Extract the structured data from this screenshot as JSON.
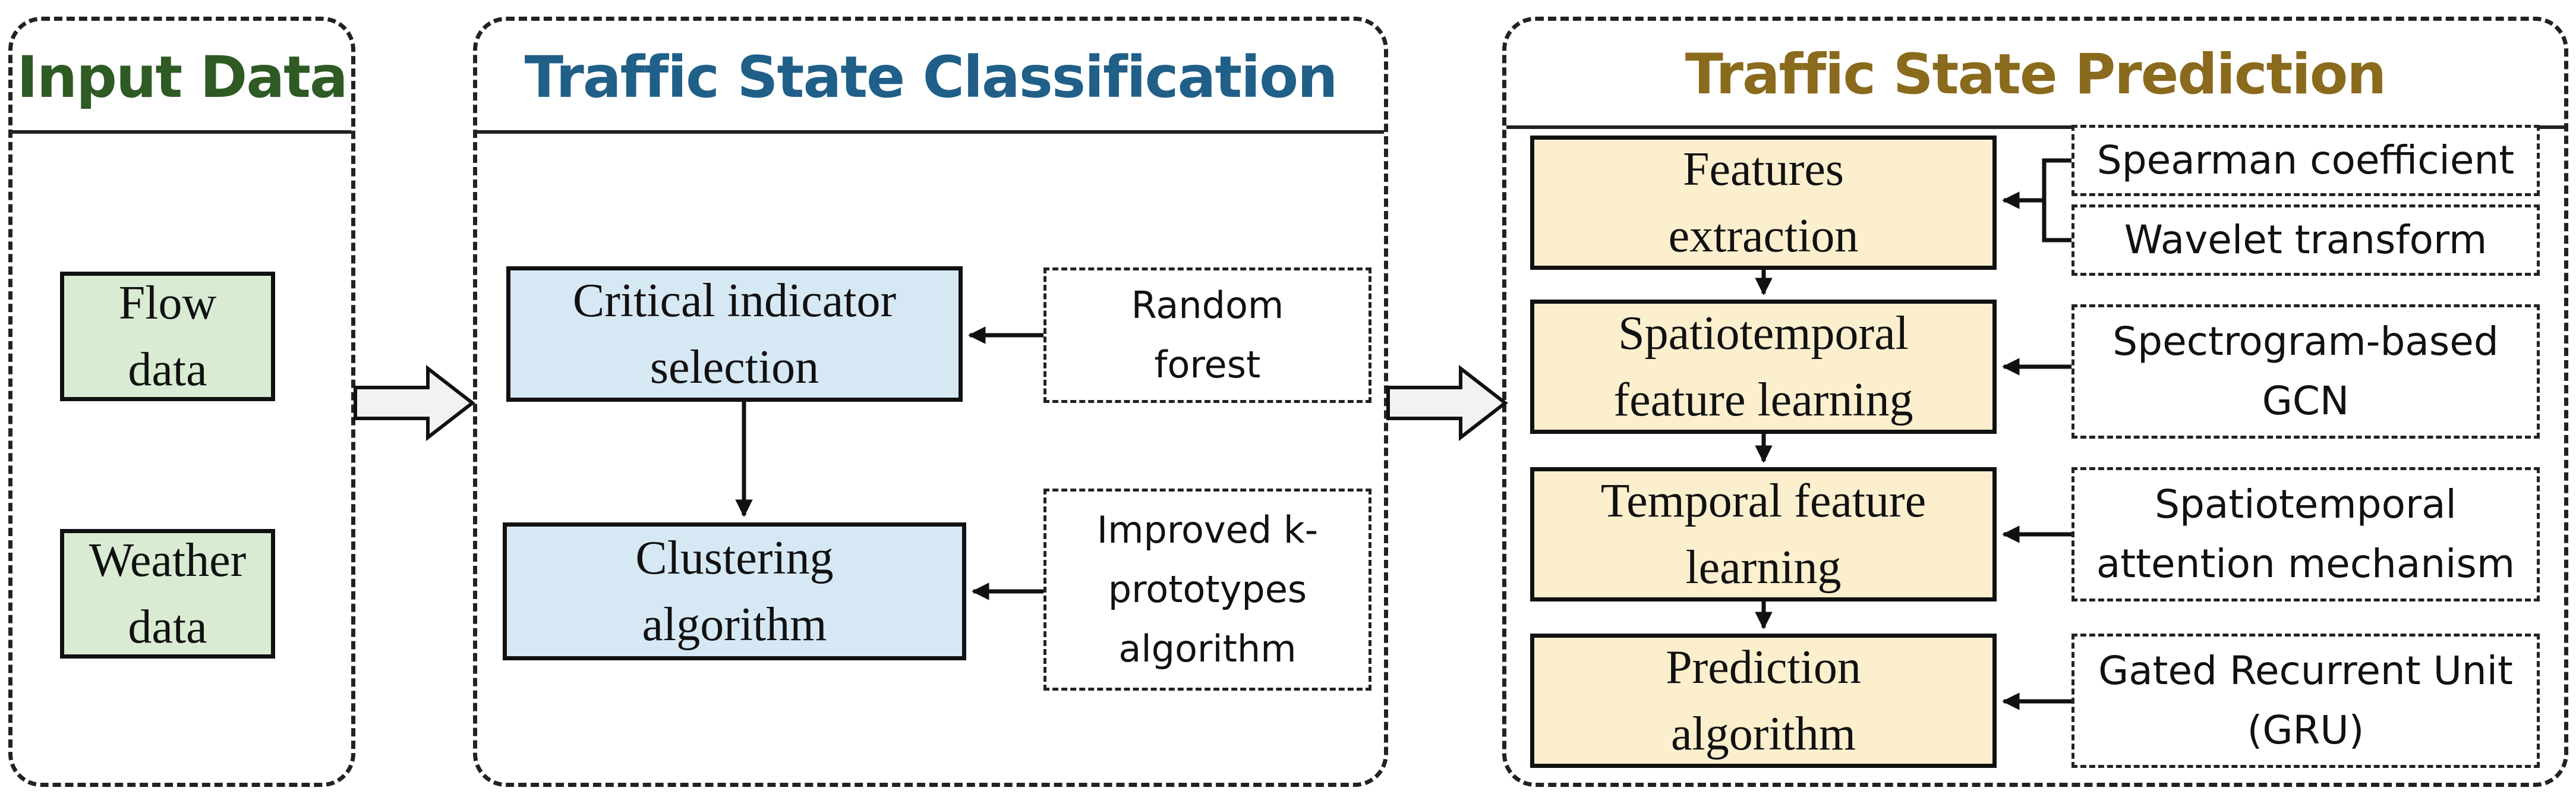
{
  "panels": {
    "input": {
      "title": "Input Data",
      "color": "#2e5a24"
    },
    "classification": {
      "title": "Traffic State Classification",
      "color": "#1f5f88"
    },
    "prediction": {
      "title": "Traffic State Prediction",
      "color": "#8a6a1c"
    }
  },
  "input_data": {
    "flow": "Flow\ndata",
    "weather": "Weather\ndata"
  },
  "classification": {
    "indicator": "Critical indicator\nselection",
    "clustering": "Clustering\nalgorithm",
    "random_forest": "Random\nforest",
    "kproto": "Improved k-\nprototypes\nalgorithm"
  },
  "prediction": {
    "features": "Features\nextraction",
    "spatiotemporal": "Spatiotemporal\nfeature learning",
    "temporal": "Temporal feature\nlearning",
    "algorithm": "Prediction\nalgorithm",
    "spearman": "Spearman coefficient",
    "wavelet": "Wavelet transform",
    "gcn": "Spectrogram-based\nGCN",
    "attention": "Spatiotemporal\nattention mechanism",
    "gru": "Gated Recurrent Unit\n(GRU)"
  },
  "colors": {
    "input_fill": "#d9ecd3",
    "classification_fill": "#d7e8f5",
    "prediction_fill": "#fcefcd"
  }
}
